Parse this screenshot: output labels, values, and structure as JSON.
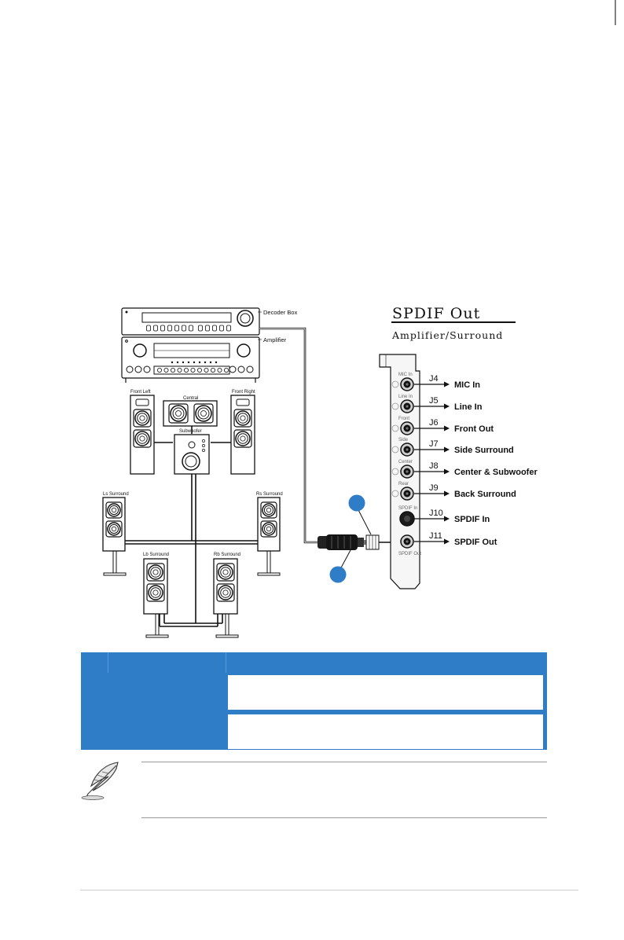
{
  "diagram": {
    "title": "SPDIF Out",
    "subtitle": "Amplifier/Surround",
    "devices": {
      "decoder_box": "Decoder Box",
      "amplifier": "Amplifier"
    },
    "speakers": {
      "front_left": "Front Left",
      "central": "Central",
      "front_right": "Front Right",
      "subwoofer": "Subwoofer",
      "ls_surround": "Ls Surround",
      "rs_surround": "Rs Surround",
      "lb_surround": "Lb Surround",
      "rb_surround": "Rb Surround"
    },
    "jacks": [
      {
        "id": "J4",
        "label": "MIC In",
        "panel_text": "MIC In"
      },
      {
        "id": "J5",
        "label": "Line In",
        "panel_text": "Line In"
      },
      {
        "id": "J6",
        "label": "Front Out",
        "panel_text": "Front"
      },
      {
        "id": "J7",
        "label": "Side Surround",
        "panel_text": "Side"
      },
      {
        "id": "J8",
        "label": "Center & Subwoofer",
        "panel_text": "Center"
      },
      {
        "id": "J9",
        "label": "Back Surround",
        "panel_text": "Rear"
      },
      {
        "id": "J10",
        "label": "SPDIF In",
        "panel_text": "SPDIF In"
      },
      {
        "id": "J11",
        "label": "SPDIF Out",
        "panel_text": "SPDIF Out"
      }
    ],
    "colors": {
      "callout": "#2f7cc7",
      "line": "#111111"
    }
  },
  "table": {
    "color": "#2f7cc7"
  },
  "icons": {
    "note": "feather-quill-icon"
  }
}
